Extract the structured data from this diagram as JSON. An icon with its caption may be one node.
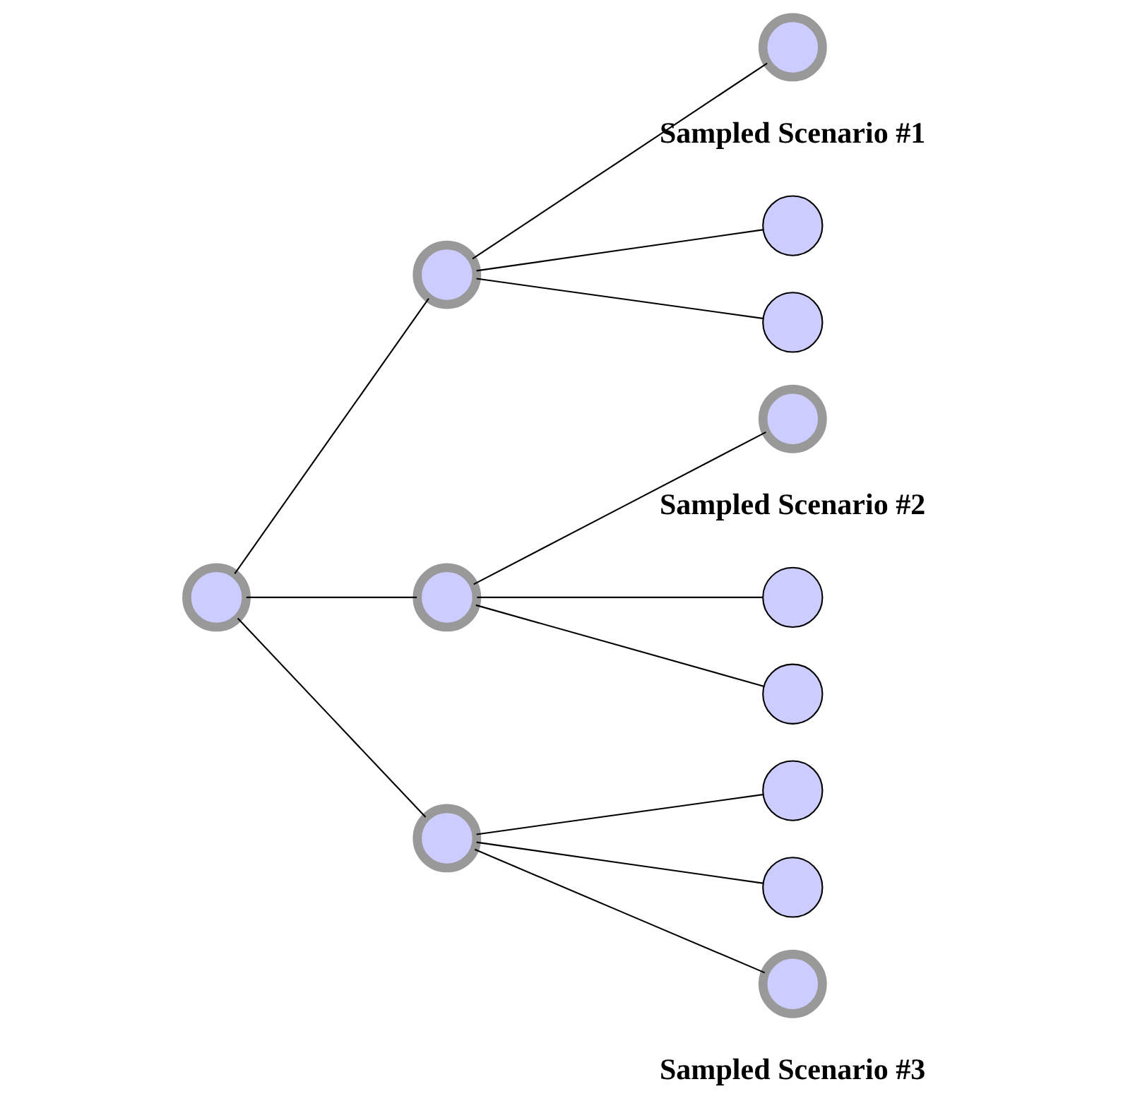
{
  "diagram": {
    "nodes": [
      {
        "text": [],
        "shape": "circle"
      },
      {
        "text": [],
        "shape": "circle"
      },
      {
        "text": [],
        "shape": "circle"
      },
      {
        "text": [],
        "shape": "circle"
      },
      {
        "text": [],
        "shape": "circle"
      },
      {
        "text": [],
        "shape": "circle"
      },
      {
        "text": [],
        "shape": "circle"
      },
      {
        "text": [],
        "shape": "circle"
      },
      {
        "text": [],
        "shape": "circle"
      },
      {
        "text": [],
        "shape": "circle"
      },
      {
        "text": [],
        "shape": "circle"
      },
      {
        "text": [],
        "shape": "circle"
      },
      {
        "text": [],
        "shape": "circle"
      }
    ],
    "edges": [
      {
        "from": 0,
        "to": 1,
        "arrow": "none"
      },
      {
        "from": 0,
        "to": 2,
        "arrow": "none"
      },
      {
        "from": 0,
        "to": 3,
        "arrow": "none"
      },
      {
        "from": 1,
        "to": 4,
        "arrow": "none"
      },
      {
        "from": 1,
        "to": 5,
        "arrow": "none"
      },
      {
        "from": 1,
        "to": 6,
        "arrow": "none"
      },
      {
        "from": 2,
        "to": 7,
        "arrow": "none"
      },
      {
        "from": 2,
        "to": 8,
        "arrow": "none"
      },
      {
        "from": 2,
        "to": 9,
        "arrow": "none"
      },
      {
        "from": 3,
        "to": 10,
        "arrow": "none"
      },
      {
        "from": 3,
        "to": 11,
        "arrow": "none"
      },
      {
        "from": 3,
        "to": 12,
        "arrow": "none"
      }
    ],
    "labels": [
      "Sampled Scenario #1",
      "Sampled Scenario #2",
      "Sampled Scenario #3"
    ]
  }
}
